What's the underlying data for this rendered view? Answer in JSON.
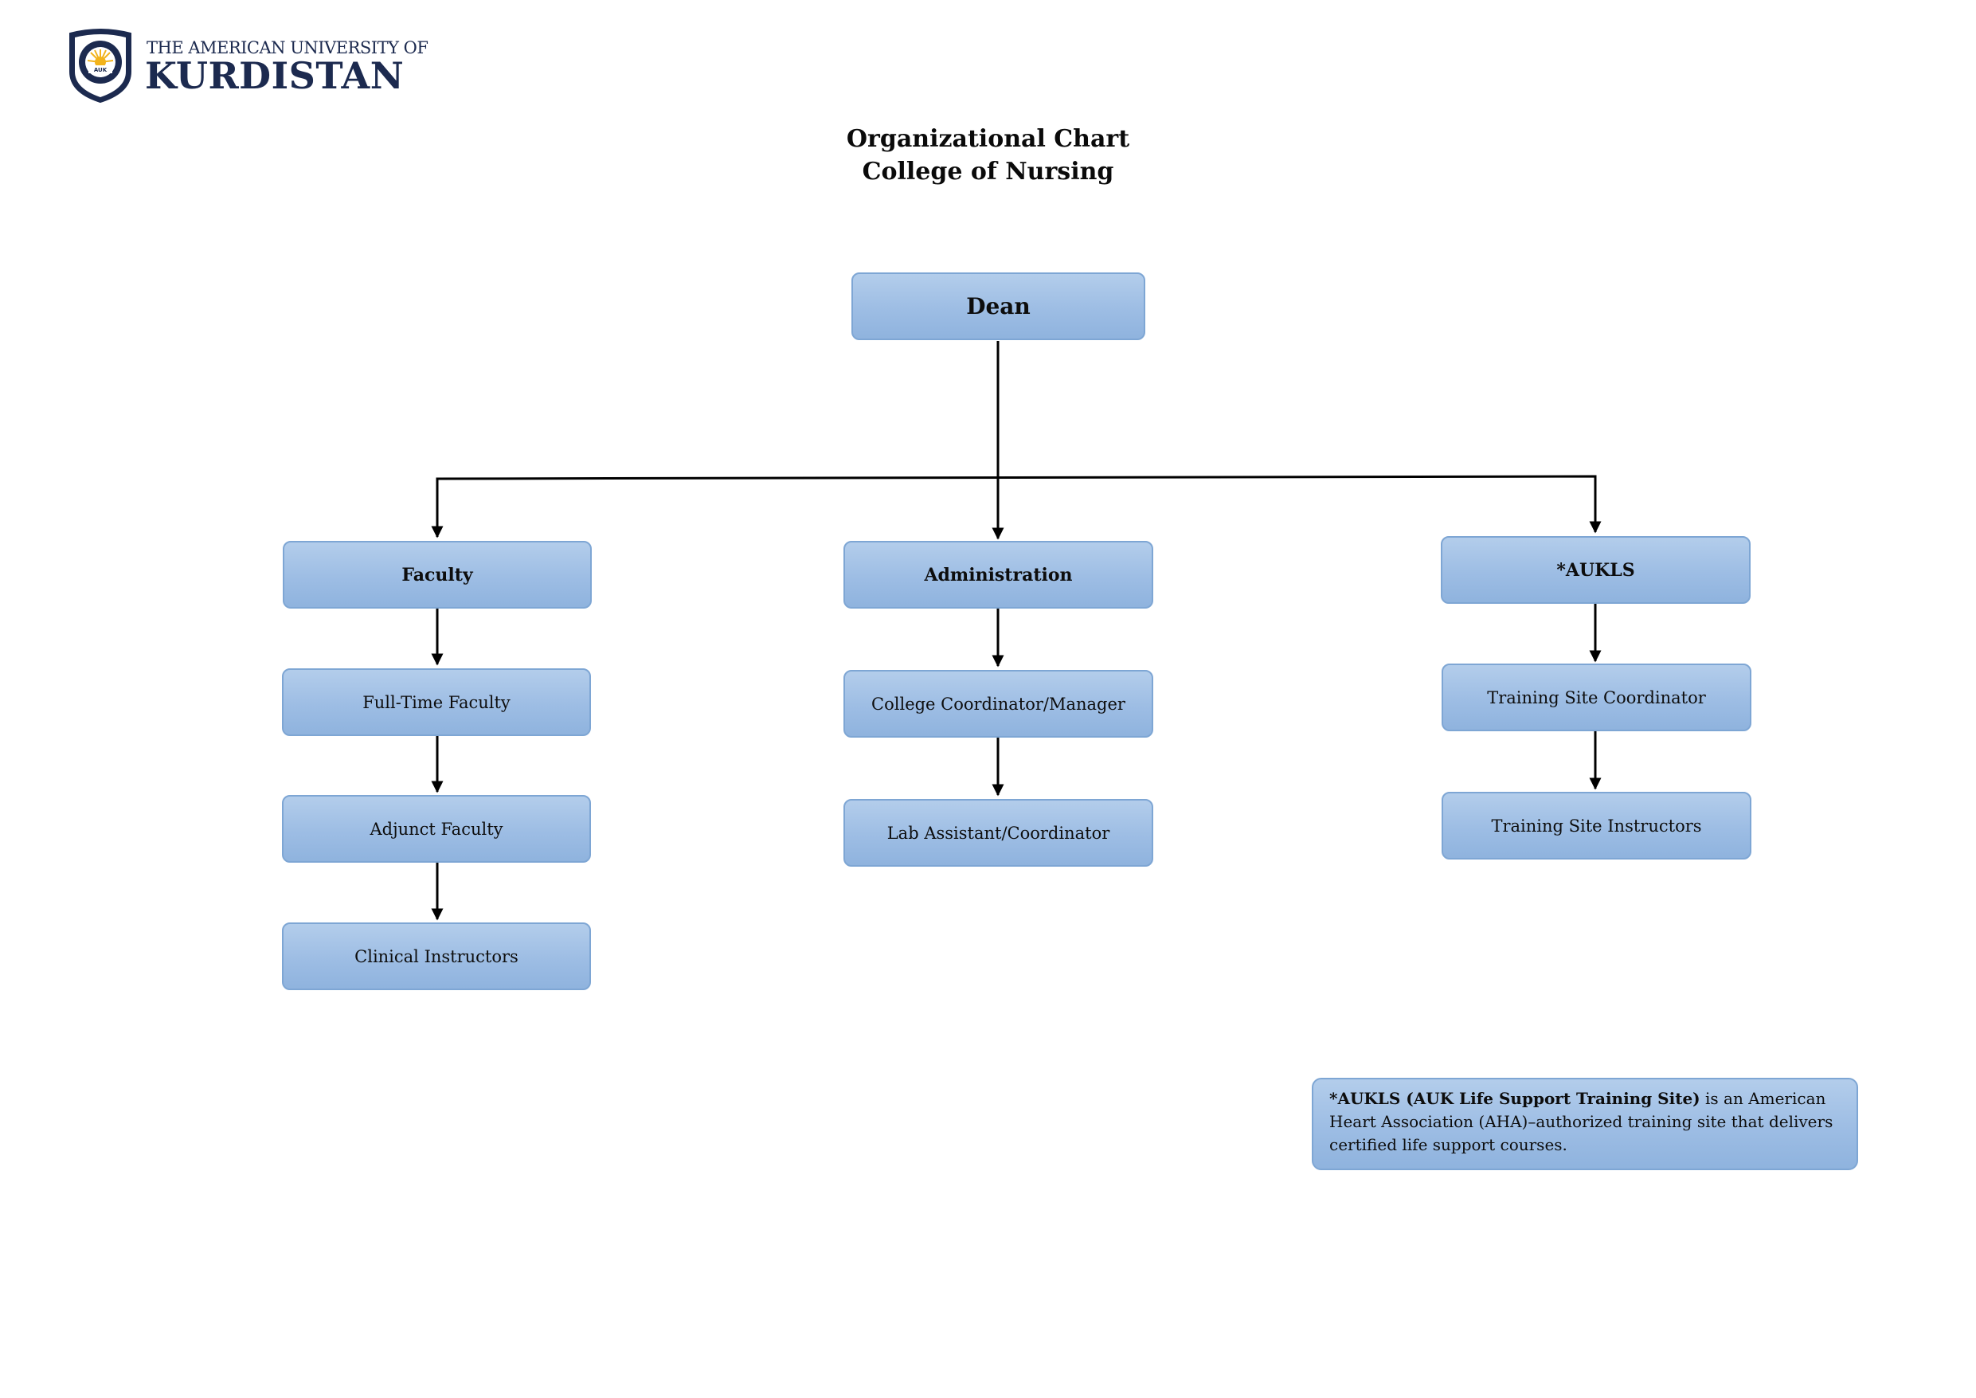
{
  "logo": {
    "line1": "THE AMERICAN UNIVERSITY OF",
    "line2": "KURDISTAN",
    "seal_text": "AUK"
  },
  "title": {
    "line1": "Organizational Chart",
    "line2": "College of Nursing"
  },
  "nodes": {
    "dean": "Dean",
    "faculty": "Faculty",
    "full_time_faculty": "Full-Time Faculty",
    "adjunct_faculty": "Adjunct Faculty",
    "clinical_instructors": "Clinical Instructors",
    "administration": "Administration",
    "college_coordinator": "College Coordinator/Manager",
    "lab_assistant": "Lab Assistant/Coordinator",
    "aukls": "*AUKLS",
    "training_site_coordinator": "Training Site Coordinator",
    "training_site_instructors": "Training Site Instructors"
  },
  "note": {
    "bold": "*AUKLS (AUK Life Support Training Site)",
    "rest": " is an American Heart Association (AHA)–authorized training site that delivers certified life support courses."
  },
  "colors": {
    "box_fill_top": "#b3cdeb",
    "box_fill_bottom": "#8fb3de",
    "box_border": "#7ea6d4",
    "logo_navy": "#1c2a4f",
    "logo_gold": "#f2b31b"
  }
}
